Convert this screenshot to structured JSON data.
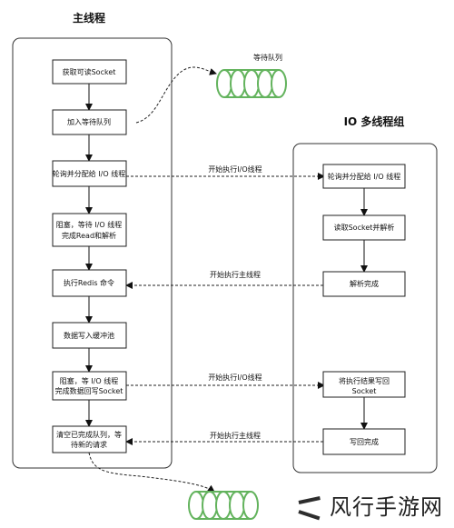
{
  "diagram": {
    "main_thread_title": "主线程",
    "io_thread_group_title": "IO 多线程组",
    "queue_label": "等待队列",
    "main_steps": [
      "获取可读Socket",
      "加入等待队列",
      "轮询并分配给 I/O 线程",
      "阻塞，等待 I/O 线程",
      "完成Read和解析",
      "执行Redis 命令",
      "数据写入缓冲池",
      "阻塞，等 I/O 线程",
      "完成数据回写Socket",
      "清空已完成队列，等",
      "待新的请求"
    ],
    "io_steps": [
      "轮询并分配给 I/O 线程",
      "读取Socket并解析",
      "解析完成",
      "将执行结果写回",
      "Socket",
      "写回完成"
    ],
    "transitions": {
      "start_io": "开始执行I/O线程",
      "start_main": "开始执行主线程"
    }
  },
  "watermark": {
    "text": "风行手游网",
    "icon": "brand-mark-icon"
  },
  "colors": {
    "queue_green": "#63b35d",
    "lane_border": "#333333",
    "line": "#111111"
  }
}
